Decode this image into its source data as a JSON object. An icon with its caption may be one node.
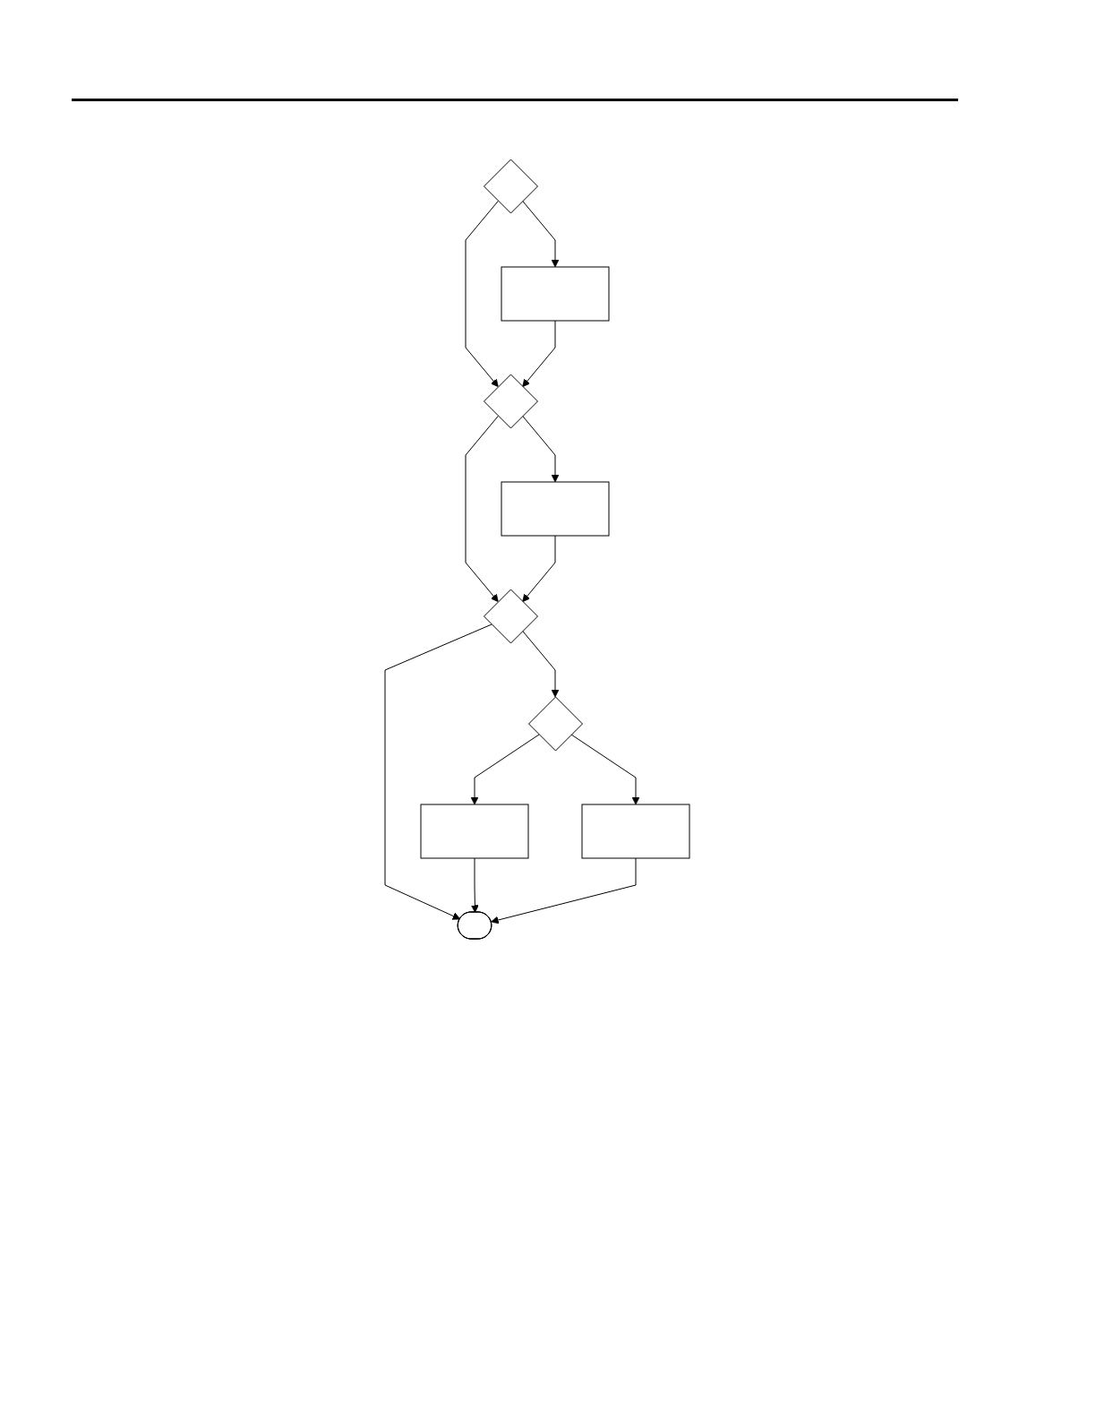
{
  "diagram": {
    "nodes": [
      {
        "text": [],
        "shape": "diamond"
      },
      {
        "text": [],
        "shape": "box"
      },
      {
        "text": [],
        "shape": "diamond"
      },
      {
        "text": [],
        "shape": "box"
      },
      {
        "text": [],
        "shape": "diamond"
      },
      {
        "text": [],
        "shape": "diamond"
      },
      {
        "text": [],
        "shape": "box"
      },
      {
        "text": [],
        "shape": "box"
      },
      {
        "text": [],
        "shape": "stadium"
      }
    ],
    "edges": [
      {
        "from": 0,
        "to": 1,
        "arrow": "to"
      },
      {
        "from": 0,
        "to": 2,
        "arrow": "to"
      },
      {
        "from": 1,
        "to": 2,
        "arrow": "to"
      },
      {
        "from": 2,
        "to": 3,
        "arrow": "to"
      },
      {
        "from": 2,
        "to": 4,
        "arrow": "to"
      },
      {
        "from": 3,
        "to": 4,
        "arrow": "to"
      },
      {
        "from": 4,
        "to": 5,
        "arrow": "to"
      },
      {
        "from": 4,
        "to": 8,
        "arrow": "to"
      },
      {
        "from": 5,
        "to": 6,
        "arrow": "to"
      },
      {
        "from": 5,
        "to": 7,
        "arrow": "to"
      },
      {
        "from": 6,
        "to": 8,
        "arrow": "to"
      },
      {
        "from": 7,
        "to": 8,
        "arrow": "to"
      }
    ]
  }
}
